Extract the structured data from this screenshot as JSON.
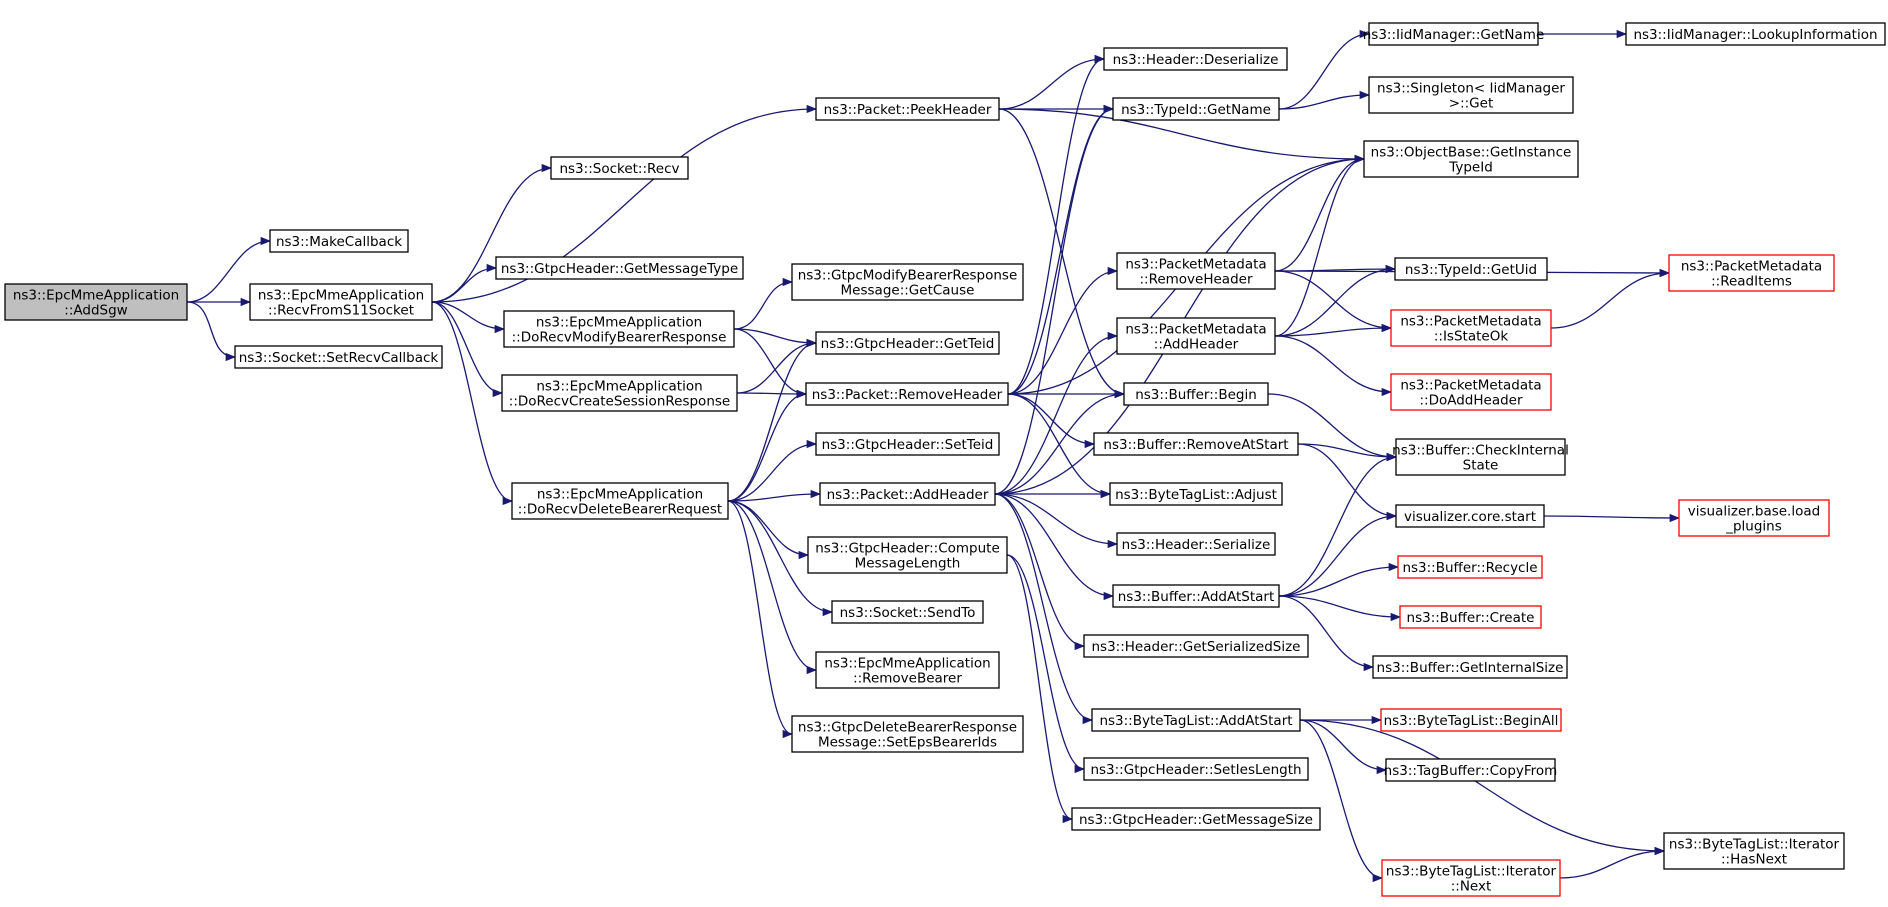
{
  "graph": {
    "edge_color": "#191970",
    "root_fill": "#bfbfbf",
    "truncated_border": "#ff0000",
    "nodes": [
      {
        "id": "addsgw",
        "lines": [
          "ns3::EpcMmeApplication",
          "::AddSgw"
        ],
        "root": true
      },
      {
        "id": "makecb",
        "lines": [
          "ns3::MakeCallback"
        ]
      },
      {
        "id": "recvs11",
        "lines": [
          "ns3::EpcMmeApplication",
          "::RecvFromS11Socket"
        ]
      },
      {
        "id": "setrecvcb",
        "lines": [
          "ns3::Socket::SetRecvCallback"
        ]
      },
      {
        "id": "sockrecv",
        "lines": [
          "ns3::Socket::Recv"
        ]
      },
      {
        "id": "getmsgtype",
        "lines": [
          "ns3::GtpcHeader::GetMessageType"
        ]
      },
      {
        "id": "dorecvmod",
        "lines": [
          "ns3::EpcMmeApplication",
          "::DoRecvModifyBearerResponse"
        ]
      },
      {
        "id": "dorecvcreate",
        "lines": [
          "ns3::EpcMmeApplication",
          "::DoRecvCreateSessionResponse"
        ]
      },
      {
        "id": "dorecvdel",
        "lines": [
          "ns3::EpcMmeApplication",
          "::DoRecvDeleteBearerRequest"
        ]
      },
      {
        "id": "peekheader",
        "lines": [
          "ns3::Packet::PeekHeader"
        ]
      },
      {
        "id": "getcause",
        "lines": [
          "ns3::GtpcModifyBearerResponse",
          "Message::GetCause"
        ]
      },
      {
        "id": "getteid",
        "lines": [
          "ns3::GtpcHeader::GetTeid"
        ]
      },
      {
        "id": "removeheader",
        "lines": [
          "ns3::Packet::RemoveHeader"
        ]
      },
      {
        "id": "setteid",
        "lines": [
          "ns3::GtpcHeader::SetTeid"
        ]
      },
      {
        "id": "addheader",
        "lines": [
          "ns3::Packet::AddHeader"
        ]
      },
      {
        "id": "computelen",
        "lines": [
          "ns3::GtpcHeader::Compute",
          "MessageLength"
        ]
      },
      {
        "id": "sendto",
        "lines": [
          "ns3::Socket::SendTo"
        ]
      },
      {
        "id": "removebearer",
        "lines": [
          "ns3::EpcMmeApplication",
          "::RemoveBearer"
        ]
      },
      {
        "id": "setepsids",
        "lines": [
          "ns3::GtpcDeleteBearerResponse",
          "Message::SetEpsBearerIds"
        ]
      },
      {
        "id": "deserialize",
        "lines": [
          "ns3::Header::Deserialize"
        ]
      },
      {
        "id": "getname",
        "lines": [
          "ns3::TypeId::GetName"
        ]
      },
      {
        "id": "pmremove",
        "lines": [
          "ns3::PacketMetadata",
          "::RemoveHeader"
        ]
      },
      {
        "id": "pmadd",
        "lines": [
          "ns3::PacketMetadata",
          "::AddHeader"
        ]
      },
      {
        "id": "bufbegin",
        "lines": [
          "ns3::Buffer::Begin"
        ]
      },
      {
        "id": "bufremove",
        "lines": [
          "ns3::Buffer::RemoveAtStart"
        ]
      },
      {
        "id": "btladjust",
        "lines": [
          "ns3::ByteTagList::Adjust"
        ]
      },
      {
        "id": "hdrserialize",
        "lines": [
          "ns3::Header::Serialize"
        ]
      },
      {
        "id": "bufaddstart",
        "lines": [
          "ns3::Buffer::AddAtStart"
        ]
      },
      {
        "id": "getsersize",
        "lines": [
          "ns3::Header::GetSerializedSize"
        ]
      },
      {
        "id": "btladdstart",
        "lines": [
          "ns3::ByteTagList::AddAtStart"
        ]
      },
      {
        "id": "setieslen",
        "lines": [
          "ns3::GtpcHeader::SetIesLength"
        ]
      },
      {
        "id": "getmsgsize",
        "lines": [
          "ns3::GtpcHeader::GetMessageSize"
        ]
      },
      {
        "id": "iidgetname",
        "lines": [
          "ns3::IidManager::GetName"
        ]
      },
      {
        "id": "singleton",
        "lines": [
          "ns3::Singleton< IidManager",
          ">::Get"
        ]
      },
      {
        "id": "getinsttype",
        "lines": [
          "ns3::ObjectBase::GetInstance",
          "TypeId"
        ]
      },
      {
        "id": "getuid",
        "lines": [
          "ns3::TypeId::GetUid"
        ]
      },
      {
        "id": "isstateok",
        "lines": [
          "ns3::PacketMetadata",
          "::IsStateOk"
        ],
        "truncated": true
      },
      {
        "id": "doaddheader",
        "lines": [
          "ns3::PacketMetadata",
          "::DoAddHeader"
        ],
        "truncated": true
      },
      {
        "id": "checkstate",
        "lines": [
          "ns3::Buffer::CheckInternal",
          "State"
        ]
      },
      {
        "id": "vizstart",
        "lines": [
          "visualizer.core.start"
        ]
      },
      {
        "id": "recycle",
        "lines": [
          "ns3::Buffer::Recycle"
        ],
        "truncated": true
      },
      {
        "id": "bufcreate",
        "lines": [
          "ns3::Buffer::Create"
        ],
        "truncated": true
      },
      {
        "id": "getintsize",
        "lines": [
          "ns3::Buffer::GetInternalSize"
        ]
      },
      {
        "id": "beginall",
        "lines": [
          "ns3::ByteTagList::BeginAll"
        ],
        "truncated": true
      },
      {
        "id": "copyfrom",
        "lines": [
          "ns3::TagBuffer::CopyFrom"
        ]
      },
      {
        "id": "itnext",
        "lines": [
          "ns3::ByteTagList::Iterator",
          "::Next"
        ],
        "truncated": true
      },
      {
        "id": "lookupinfo",
        "lines": [
          "ns3::IidManager::LookupInformation"
        ]
      },
      {
        "id": "readitems",
        "lines": [
          "ns3::PacketMetadata",
          "::ReadItems"
        ],
        "truncated": true
      },
      {
        "id": "loadplugins",
        "lines": [
          "visualizer.base.load",
          "_plugins"
        ],
        "truncated": true
      },
      {
        "id": "hasnext",
        "lines": [
          "ns3::ByteTagList::Iterator",
          "::HasNext"
        ]
      }
    ],
    "edges": [
      [
        "addsgw",
        "makecb"
      ],
      [
        "addsgw",
        "recvs11"
      ],
      [
        "addsgw",
        "setrecvcb"
      ],
      [
        "recvs11",
        "sockrecv"
      ],
      [
        "recvs11",
        "peekheader"
      ],
      [
        "recvs11",
        "getmsgtype"
      ],
      [
        "recvs11",
        "dorecvmod"
      ],
      [
        "recvs11",
        "dorecvcreate"
      ],
      [
        "recvs11",
        "dorecvdel"
      ],
      [
        "dorecvmod",
        "getcause"
      ],
      [
        "dorecvmod",
        "getteid"
      ],
      [
        "dorecvmod",
        "removeheader"
      ],
      [
        "dorecvcreate",
        "getteid"
      ],
      [
        "dorecvcreate",
        "removeheader"
      ],
      [
        "dorecvdel",
        "getteid"
      ],
      [
        "dorecvdel",
        "removeheader"
      ],
      [
        "dorecvdel",
        "setteid"
      ],
      [
        "dorecvdel",
        "addheader"
      ],
      [
        "dorecvdel",
        "computelen"
      ],
      [
        "dorecvdel",
        "sendto"
      ],
      [
        "dorecvdel",
        "removebearer"
      ],
      [
        "dorecvdel",
        "setepsids"
      ],
      [
        "peekheader",
        "deserialize"
      ],
      [
        "peekheader",
        "getname"
      ],
      [
        "peekheader",
        "getinsttype"
      ],
      [
        "peekheader",
        "bufbegin"
      ],
      [
        "removeheader",
        "deserialize"
      ],
      [
        "removeheader",
        "getname"
      ],
      [
        "removeheader",
        "getinsttype"
      ],
      [
        "removeheader",
        "pmremove"
      ],
      [
        "removeheader",
        "bufbegin"
      ],
      [
        "removeheader",
        "bufremove"
      ],
      [
        "removeheader",
        "btladjust"
      ],
      [
        "addheader",
        "getname"
      ],
      [
        "addheader",
        "getinsttype"
      ],
      [
        "addheader",
        "pmadd"
      ],
      [
        "addheader",
        "bufbegin"
      ],
      [
        "addheader",
        "btladjust"
      ],
      [
        "addheader",
        "hdrserialize"
      ],
      [
        "addheader",
        "bufaddstart"
      ],
      [
        "addheader",
        "getsersize"
      ],
      [
        "addheader",
        "btladdstart"
      ],
      [
        "computelen",
        "setieslen"
      ],
      [
        "computelen",
        "getmsgsize"
      ],
      [
        "getname",
        "iidgetname"
      ],
      [
        "getname",
        "singleton"
      ],
      [
        "iidgetname",
        "lookupinfo"
      ],
      [
        "pmremove",
        "getinsttype"
      ],
      [
        "pmremove",
        "getuid"
      ],
      [
        "pmremove",
        "isstateok"
      ],
      [
        "pmremove",
        "readitems"
      ],
      [
        "pmadd",
        "getinsttype"
      ],
      [
        "pmadd",
        "getuid"
      ],
      [
        "pmadd",
        "isstateok"
      ],
      [
        "pmadd",
        "doaddheader"
      ],
      [
        "isstateok",
        "readitems"
      ],
      [
        "bufbegin",
        "checkstate"
      ],
      [
        "bufremove",
        "checkstate"
      ],
      [
        "bufremove",
        "vizstart"
      ],
      [
        "bufaddstart",
        "checkstate"
      ],
      [
        "bufaddstart",
        "vizstart"
      ],
      [
        "bufaddstart",
        "recycle"
      ],
      [
        "bufaddstart",
        "bufcreate"
      ],
      [
        "bufaddstart",
        "getintsize"
      ],
      [
        "vizstart",
        "loadplugins"
      ],
      [
        "btladdstart",
        "beginall"
      ],
      [
        "btladdstart",
        "copyfrom"
      ],
      [
        "btladdstart",
        "itnext"
      ],
      [
        "btladdstart",
        "hasnext"
      ],
      [
        "itnext",
        "hasnext"
      ]
    ]
  }
}
